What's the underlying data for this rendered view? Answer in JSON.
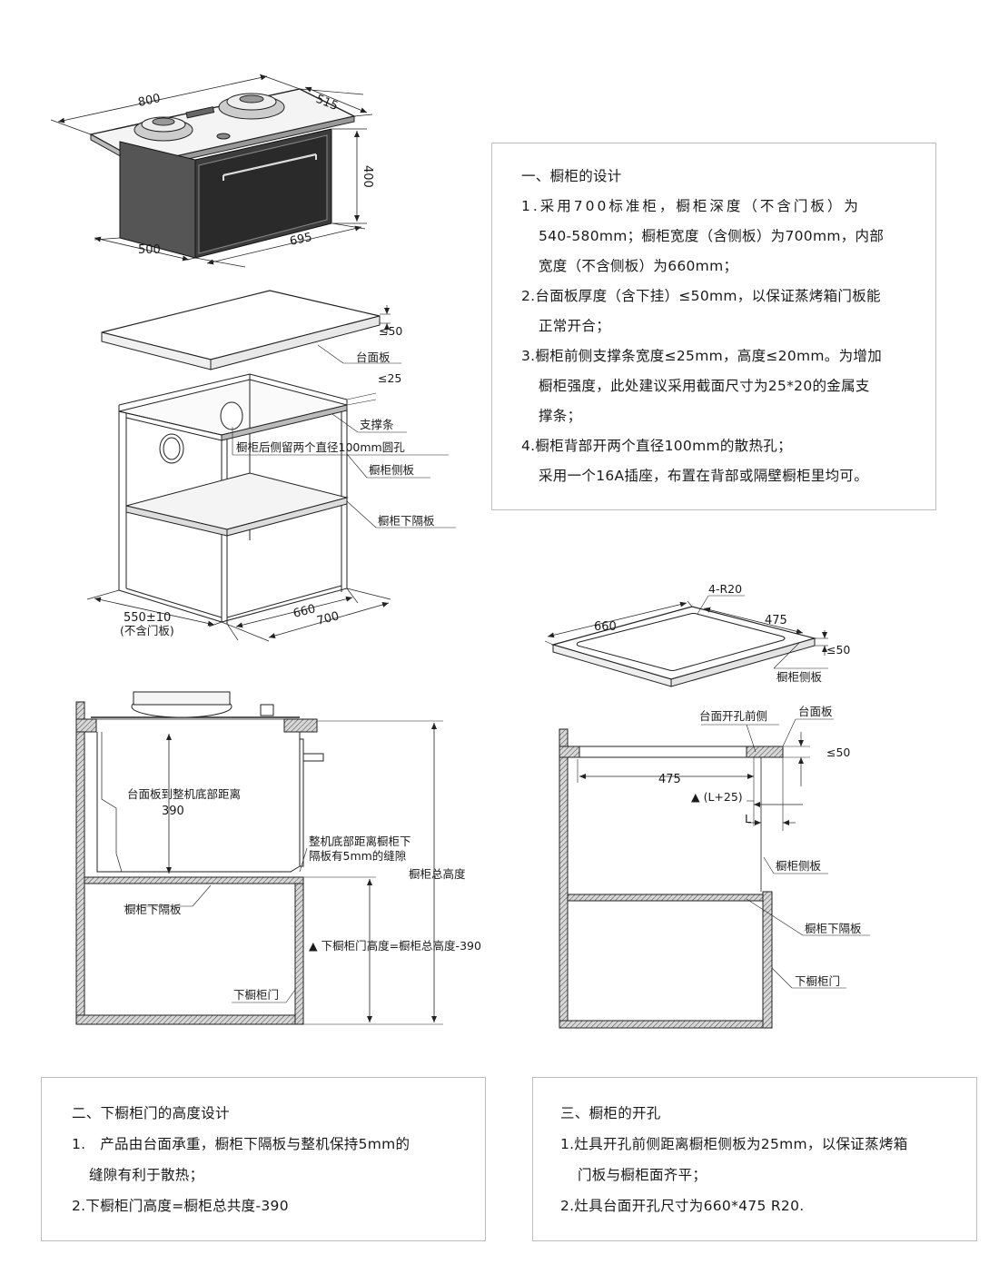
{
  "drawing_labels": {
    "dim_800": "800",
    "dim_515": "515",
    "dim_400": "400",
    "dim_500": "500",
    "dim_695": "695",
    "le50_a": "≤50",
    "countertop": "台面板",
    "le25": "≤25",
    "support_bar": "支撑条",
    "rear_holes": "橱柜后侧留两个直径100mm圆孔",
    "side_panel": "橱柜侧板",
    "lower_shelf": "橱柜下隔板",
    "dim_550": "550±10",
    "no_door": "(不含门板)",
    "dim_660": "660",
    "dim_700": "700",
    "r20": "4-R20",
    "top_660": "660",
    "top_475": "475",
    "le50_b": "≤50",
    "top_side_panel": "橱柜侧板",
    "cut_front": "台面开孔前侧",
    "top_panel2": "台面板",
    "le50_c": "≤50",
    "dim_475b": "475",
    "l25": "▲ (L+25)",
    "l": "L",
    "side_panel3": "橱柜侧板",
    "lower_shelf3": "橱柜下隔板",
    "lower_door3": "下橱柜门",
    "top_to_bottom": "台面板到整机底部距离",
    "dim_390": "390",
    "gap_note_1": "整机底部距离橱柜下",
    "gap_note_2": "隔板有5mm的缝隙",
    "total_height": "橱柜总高度",
    "lower_shelf2": "橱柜下隔板",
    "door_height": "▲ 下橱柜门高度=橱柜总高度-390",
    "lower_door2": "下橱柜门"
  },
  "section1": {
    "title": "一、橱柜的设计",
    "lines": [
      "1.采用700标准柜，橱柜深度（不含门板）为",
      "540-580mm；橱柜宽度（含侧板）为700mm，内部",
      "宽度（不含侧板）为660mm；",
      "2.台面板厚度（含下挂）≤50mm，以保证蒸烤箱门板能",
      "正常开合；",
      "3.橱柜前侧支撑条宽度≤25mm，高度≤20mm。为增加",
      "橱柜强度，此处建议采用截面尺寸为25*20的金属支",
      "撑条；",
      "4.橱柜背部开两个直径100mm的散热孔；",
      "采用一个16A插座，布置在背部或隔壁橱柜里均可。"
    ]
  },
  "section2": {
    "title": "二、下橱柜门的高度设计",
    "lines": [
      "1.　产品由台面承重，橱柜下隔板与整机保持5mm的",
      "缝隙有利于散热；",
      "2.下橱柜门高度=橱柜总共度-390"
    ]
  },
  "section3": {
    "title": "三、橱柜的开孔",
    "lines": [
      "1.灶具开孔前侧距离橱柜侧板为25mm，以保证蒸烤箱",
      "门板与橱柜面齐平；",
      "2.灶具台面开孔尺寸为660*475 R20."
    ]
  }
}
